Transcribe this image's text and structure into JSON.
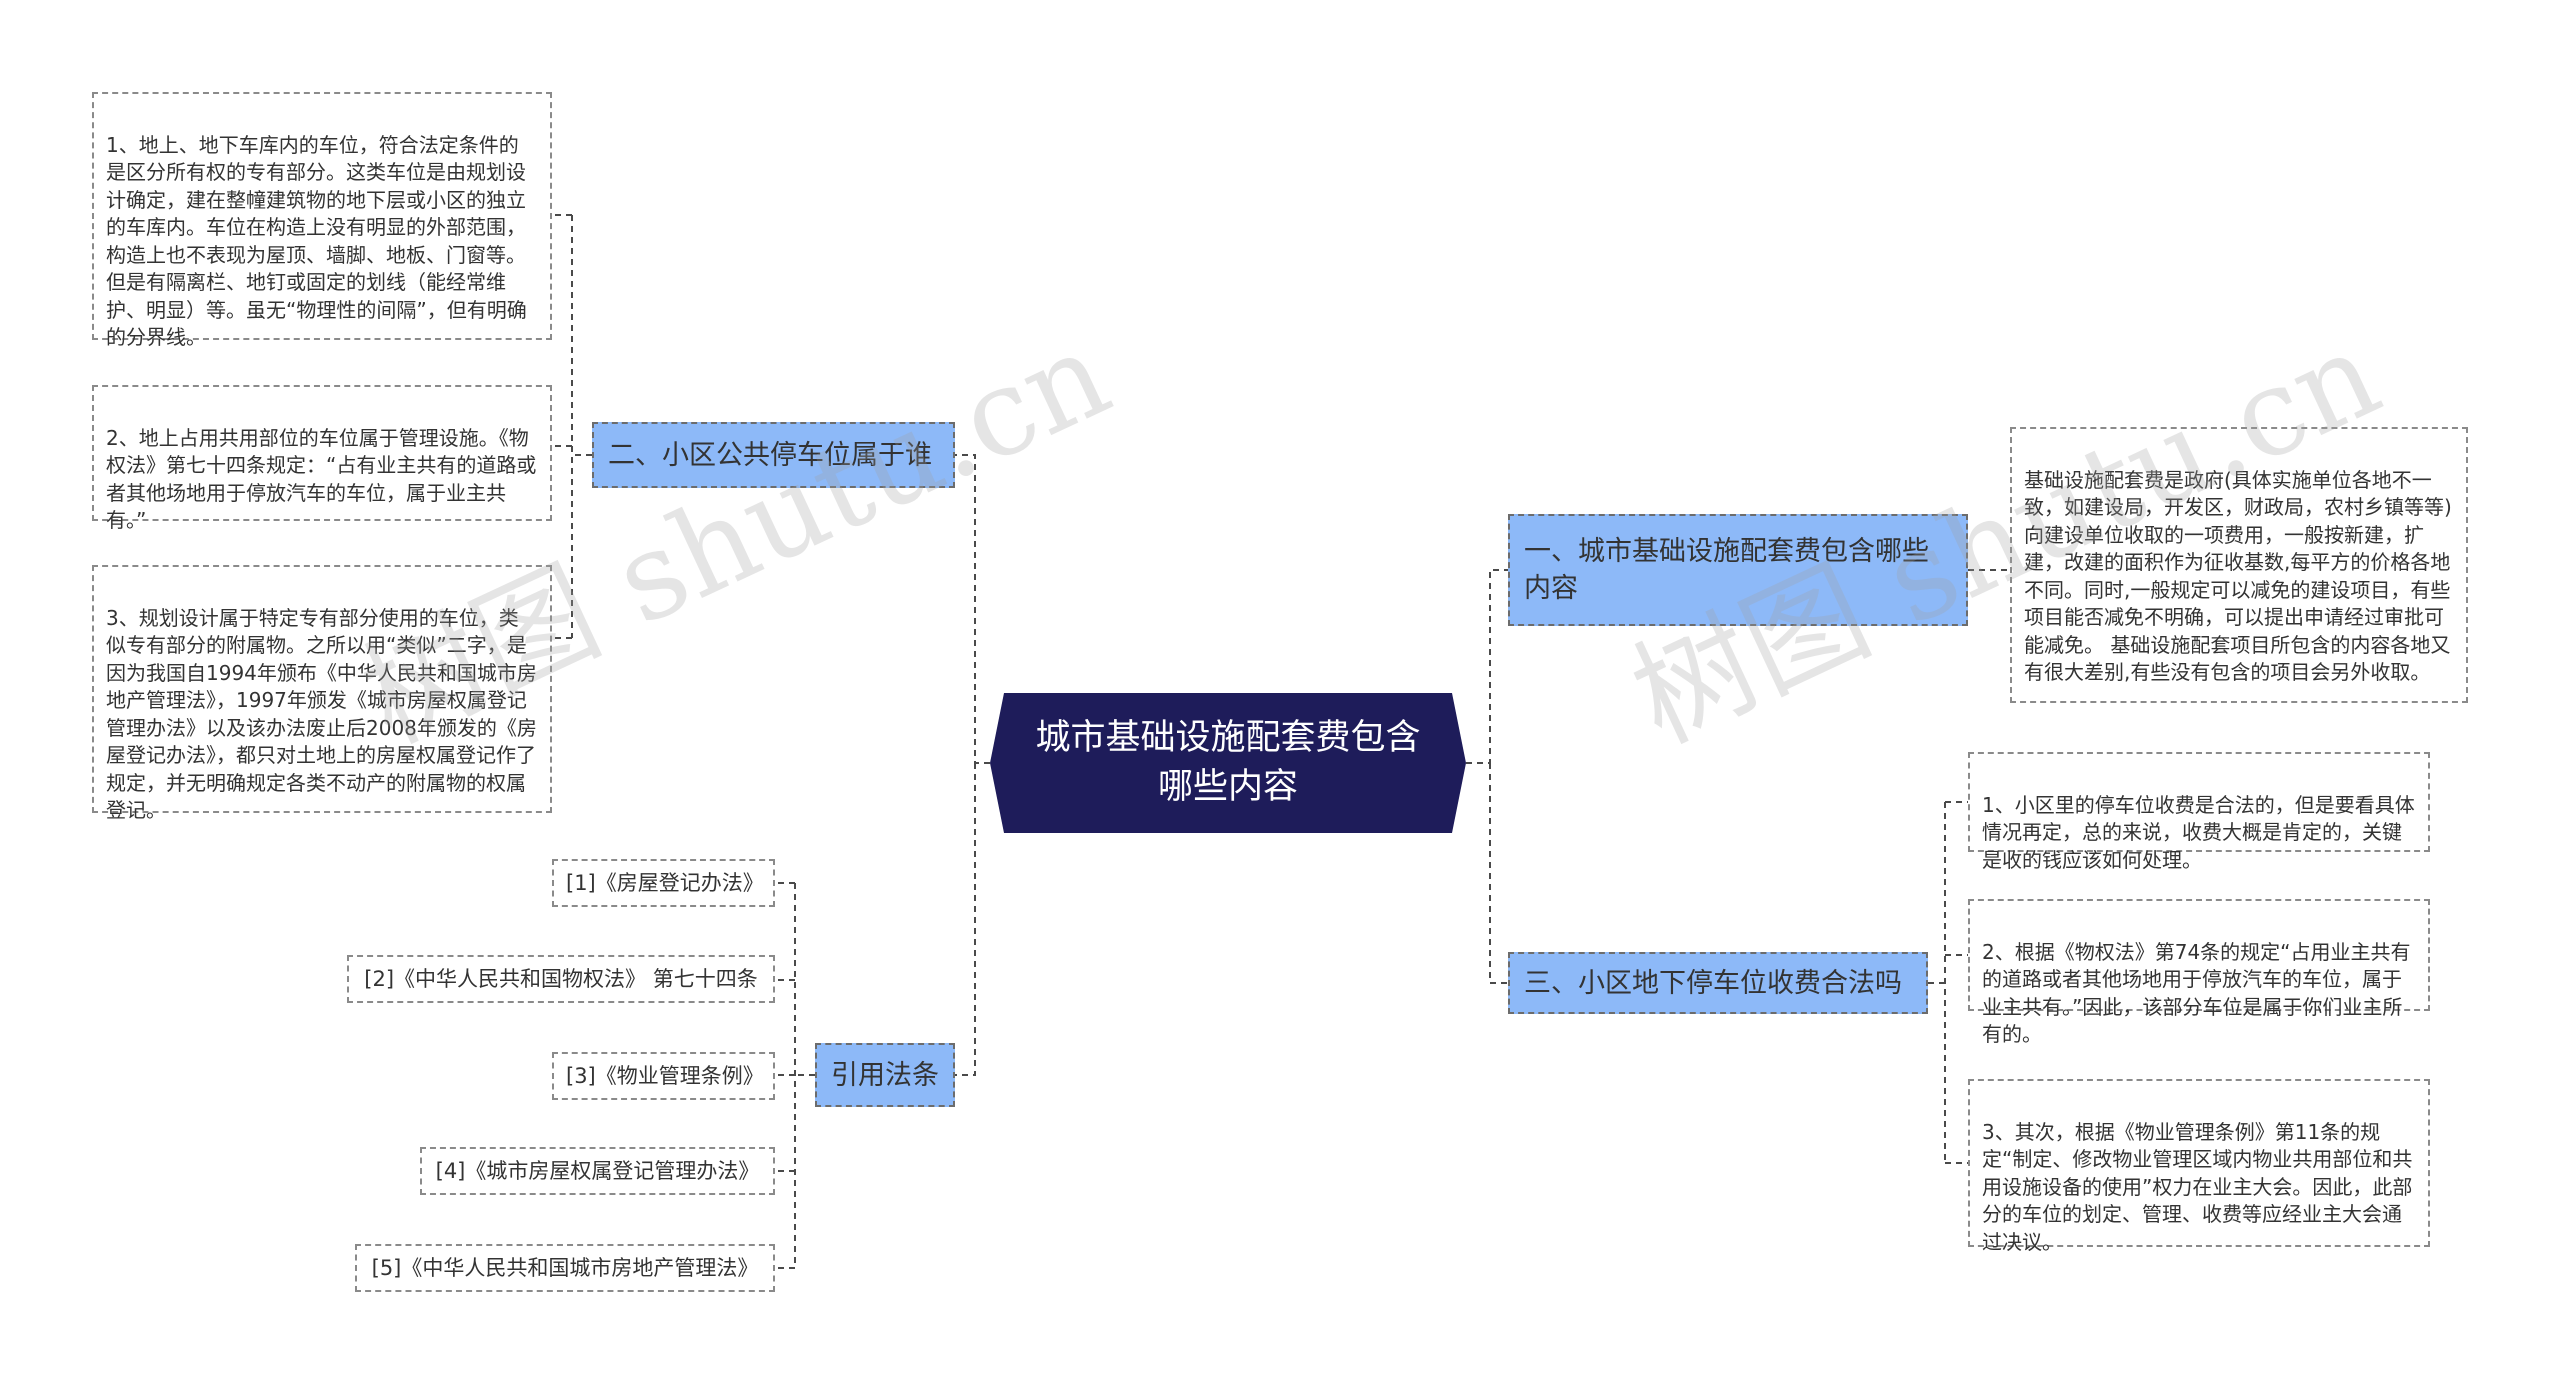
{
  "center": {
    "title": "城市基础设施配套费包含哪些内容"
  },
  "branches": {
    "b1": {
      "label": "一、城市基础设施配套费包含哪些内容",
      "children": [
        "基础设施配套费是政府(具体实施单位各地不一致，如建设局，开发区，财政局，农村乡镇等等)向建设单位收取的一项费用，一般按新建，扩建，改建的面积作为征收基数,每平方的价格各地不同。同时,一般规定可以减免的建设项目，有些项目能否减免不明确，可以提出申请经过审批可能减免。 基础设施配套项目所包含的内容各地又有很大差别,有些没有包含的项目会另外收取。"
      ]
    },
    "b2": {
      "label": "二、小区公共停车位属于谁",
      "children": [
        "1、地上、地下车库内的车位，符合法定条件的是区分所有权的专有部分。这类车位是由规划设计确定，建在整幢建筑物的地下层或小区的独立的车库内。车位在构造上没有明显的外部范围，构造上也不表现为屋顶、墙脚、地板、门窗等。但是有隔离栏、地钉或固定的划线（能经常维护、明显）等。虽无“物理性的间隔”，但有明确的分界线。",
        "2、地上占用共用部位的车位属于管理设施。《物权法》第七十四条规定：“占有业主共有的道路或者其他场地用于停放汽车的车位，属于业主共有。”",
        "3、规划设计属于特定专有部分使用的车位，类似专有部分的附属物。之所以用“类似”二字，是因为我国自1994年颁布《中华人民共和国城市房地产管理法》，1997年颁发《城市房屋权属登记管理办法》以及该办法废止后2008年颁发的《房屋登记办法》，都只对土地上的房屋权属登记作了规定，并无明确规定各类不动产的附属物的权属登记。"
      ]
    },
    "b3": {
      "label": "三、小区地下停车位收费合法吗",
      "children": [
        "1、小区里的停车位收费是合法的，但是要看具体情况再定，总的来说，收费大概是肯定的，关键是收的钱应该如何处理。",
        "2、根据《物权法》第74条的规定“占用业主共有的道路或者其他场地用于停放汽车的车位，属于业主共有。”因此，该部分车位是属于你们业主所有的。",
        "3、其次，根据《物业管理条例》第11条的规定“制定、修改物业管理区域内物业共用部位和共用设施设备的使用”权力在业主大会。因此，此部分的车位的划定、管理、收费等应经业主大会通过决议。"
      ]
    },
    "b4": {
      "label": "引用法条",
      "children": [
        "[1]《房屋登记办法》",
        "[2]《中华人民共和国物权法》 第七十四条",
        "[3]《物业管理条例》",
        "[4]《城市房屋权属登记管理办法》",
        "[5]《中华人民共和国城市房地产管理法》"
      ]
    }
  },
  "watermark": "树图 shutu.cn",
  "colors": {
    "center_fill": "#1e1c5a",
    "branch_fill": "#8db9f8",
    "connector": "#4a4a4a",
    "leaf_border": "#8a8a8a"
  }
}
